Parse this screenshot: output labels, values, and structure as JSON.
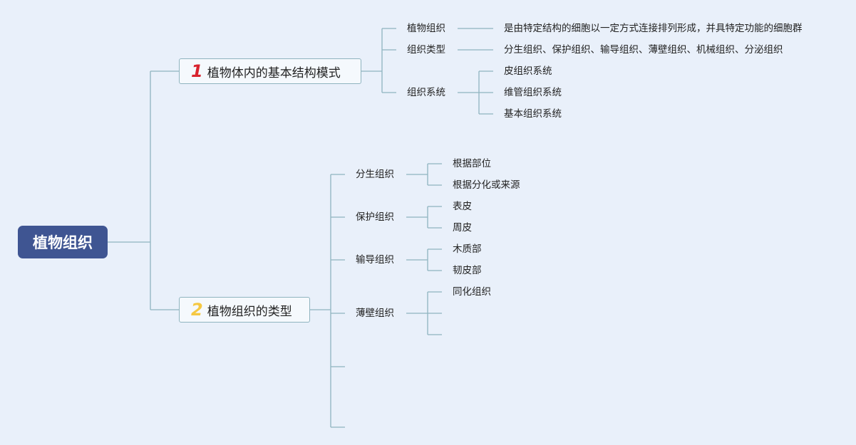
{
  "root": {
    "label": "植物组织"
  },
  "branches": [
    {
      "number": "1",
      "number_color": "#d8232e",
      "label": "植物体内的基本结构模式",
      "children": [
        {
          "label": "植物组织",
          "detail": "是由特定结构的细胞以一定方式连接排列形成，并具特定功能的细胞群"
        },
        {
          "label": "组织类型",
          "detail": "分生组织、保护组织、输导组织、薄壁组织、机械组织、分泌组织"
        },
        {
          "label": "组织系统",
          "items": [
            "皮组织系统",
            "维管组织系统",
            "基本组织系统"
          ]
        }
      ]
    },
    {
      "number": "2",
      "number_color": "#f5c842",
      "label": "植物组织的类型",
      "children": [
        {
          "label": "分生组织",
          "items": [
            "根据部位",
            "根据分化或来源"
          ]
        },
        {
          "label": "保护组织",
          "items": [
            "表皮",
            "周皮"
          ]
        },
        {
          "label": "输导组织",
          "items": [
            "木质部",
            "韧皮部"
          ]
        },
        {
          "label": "薄壁组织",
          "items": [
            "同化组织",
            "",
            ""
          ]
        },
        {
          "label": ""
        },
        {
          "label": ""
        }
      ]
    }
  ],
  "colors": {
    "line": "#8fb4bf",
    "root_bg": "#3f5592",
    "background": "#e9f0fa"
  }
}
